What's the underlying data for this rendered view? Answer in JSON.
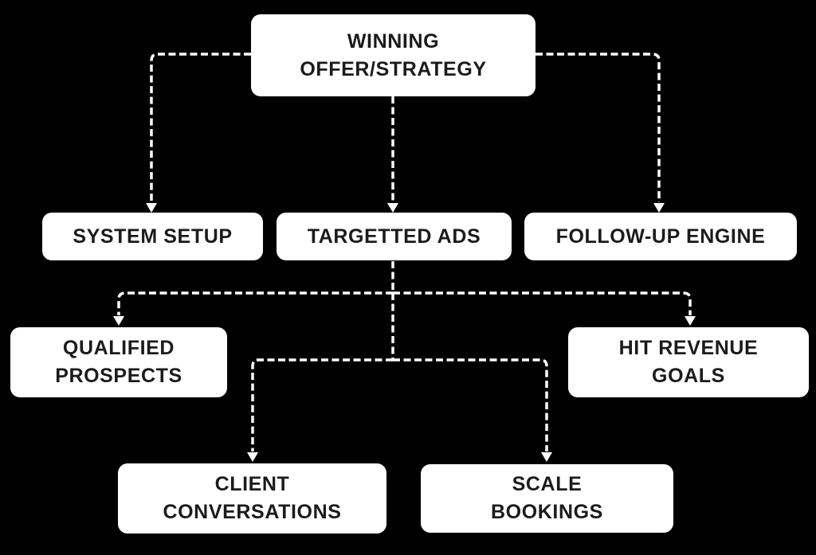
{
  "diagram": {
    "type": "flowchart",
    "colors": {
      "background": "#000000",
      "node_fill": "#ffffff",
      "node_text": "#1b1b1b",
      "connector": "#ffffff"
    },
    "nodes": {
      "winning_offer": {
        "label": "WINNING\nOFFER/STRATEGY"
      },
      "system_setup": {
        "label": "SYSTEM SETUP"
      },
      "targetted_ads": {
        "label": "TARGETTED ADS"
      },
      "follow_up_engine": {
        "label": "FOLLOW-UP ENGINE"
      },
      "qualified_prospects": {
        "label": "QUALIFIED\nPROSPECTS"
      },
      "hit_revenue_goals": {
        "label": "HIT REVENUE\nGOALS"
      },
      "client_conversations": {
        "label": "CLIENT\nCONVERSATIONS"
      },
      "scale_bookings": {
        "label": "SCALE\nBOOKINGS"
      }
    },
    "edges": [
      {
        "from": "winning_offer",
        "to": "system_setup",
        "style": "dashed-arrow"
      },
      {
        "from": "winning_offer",
        "to": "targetted_ads",
        "style": "dashed-arrow"
      },
      {
        "from": "winning_offer",
        "to": "follow_up_engine",
        "style": "dashed-arrow"
      },
      {
        "from": "targetted_ads",
        "to": "qualified_prospects",
        "style": "dashed-arrow"
      },
      {
        "from": "targetted_ads",
        "to": "hit_revenue_goals",
        "style": "dashed-arrow"
      },
      {
        "from": "targetted_ads",
        "to": "client_conversations",
        "style": "dashed-arrow"
      },
      {
        "from": "targetted_ads",
        "to": "scale_bookings",
        "style": "dashed-arrow"
      }
    ]
  }
}
